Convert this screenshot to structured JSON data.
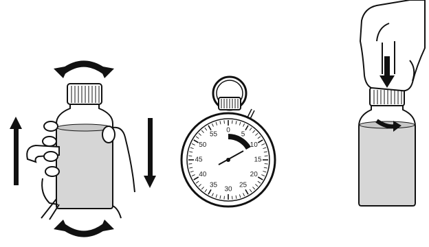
{
  "stopwatch": {
    "dial_numbers": [
      "0",
      "5",
      "10",
      "15",
      "20",
      "25",
      "30",
      "35",
      "40",
      "45",
      "50",
      "55"
    ],
    "shaded_seconds": [
      0,
      10
    ]
  },
  "colors": {
    "ink": "#111111",
    "liquid": "#d6d6d6",
    "liquid_dark": "#c8c8c8",
    "glass": "#ffffff"
  }
}
